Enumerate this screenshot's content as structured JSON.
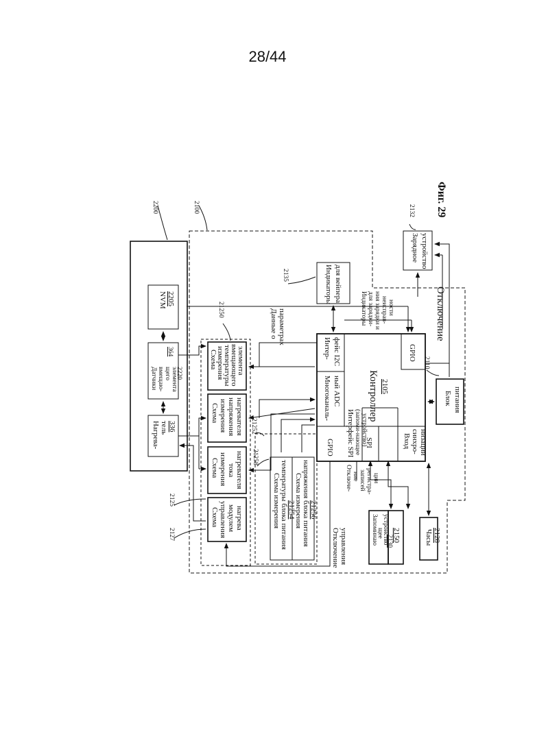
{
  "page_number": "28/44",
  "figure_label": "Фиг. 29",
  "refs": {
    "r2200": "2200",
    "r2100": "2100",
    "r2135": "2135",
    "r2132": "2132",
    "r21250": "21250",
    "r21252": "21252",
    "r21258": "21258",
    "r2125": "2125",
    "r2127": "2127",
    "r2110": "2110"
  },
  "cartridge": {
    "nvm": [
      "NVM",
      "2205"
    ],
    "sensors": [
      "Датчики",
      "вмещаю-",
      "щего",
      "элемента",
      "2220"
    ],
    "sensors_ref": "364",
    "heater": [
      "Нагрева-",
      "тель",
      "336"
    ]
  },
  "labels": {
    "param_data": [
      "Данные о",
      "параметрах"
    ],
    "charge_indicators": [
      "Индикаторы",
      "для зарядки-",
      "ния зарядки и",
      "неисправ-",
      "ности"
    ],
    "disconnect": "Отключение",
    "control_disconnect": [
      "Отключение",
      "управления"
    ],
    "logging_disconnect": [
      "Отключе-",
      "ние",
      "записей",
      "регистра-",
      "ции"
    ]
  },
  "blocks": {
    "wafer_indicators": [
      "Индикаторы",
      "для вейпера"
    ],
    "charger": [
      "Зарядное",
      "устройство"
    ],
    "temp_measure": [
      "Схема",
      "измерения",
      "температуры",
      "вмещающего",
      "элемента"
    ],
    "voltage_measure": [
      "Схема",
      "измерения",
      "напряжения",
      "нагревателя"
    ],
    "current_measure": [
      "Схема",
      "измерения",
      "тока",
      "нагревателя"
    ],
    "heater_control": [
      "Схема",
      "управления",
      "модулем",
      "нагрева"
    ],
    "psu_temp": [
      "Схема измерения",
      "температуры блока питания",
      "21254"
    ],
    "psu_voltage": [
      "Схема измерения",
      "напряжения блока питания",
      "21256"
    ],
    "controller": [
      "Контроллер",
      "2105"
    ],
    "gpio_top": "GPIO",
    "i2c": [
      "Интер-",
      "фейс I2C"
    ],
    "adc": [
      "Многоканаль-",
      "ный ADC"
    ],
    "spi_iface": [
      "Интерфейс SPI",
      "(запоми-нающее",
      "устройство)"
    ],
    "spi": "SPI",
    "sync_in": [
      "Вход",
      "синхро-",
      "низации"
    ],
    "gpio_left": "GPIO",
    "power_unit": [
      "Блок",
      "питания"
    ],
    "storage": [
      "Запоминаю",
      "щее",
      "устройство",
      "2130"
    ],
    "r2150": "2150",
    "clock": [
      "Часы",
      "2128"
    ]
  }
}
